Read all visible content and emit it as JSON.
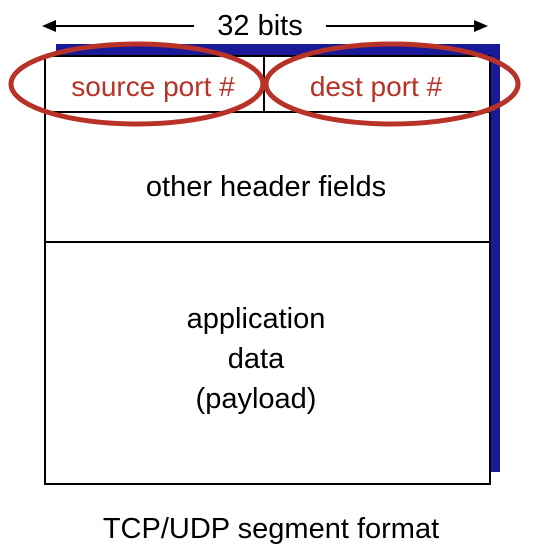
{
  "width_label": "32 bits",
  "fields": {
    "source_port": "source port #",
    "dest_port": "dest port #",
    "other_header": "other header fields",
    "payload_lines": [
      "application",
      "data",
      "(payload)"
    ]
  },
  "caption": "TCP/UDP segment format",
  "colors": {
    "shadow": "#1a1a99",
    "highlight": "#b83227",
    "text": "#000000",
    "border": "#000000",
    "background": "#ffffff"
  }
}
